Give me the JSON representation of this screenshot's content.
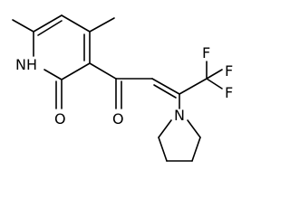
{
  "molecule": {
    "atoms": {
      "nh": "NH",
      "o_ring": "O",
      "o_ketone": "O",
      "f1": "F",
      "f2": "F",
      "f3": "F",
      "n_pyrrolidine": "N"
    }
  }
}
